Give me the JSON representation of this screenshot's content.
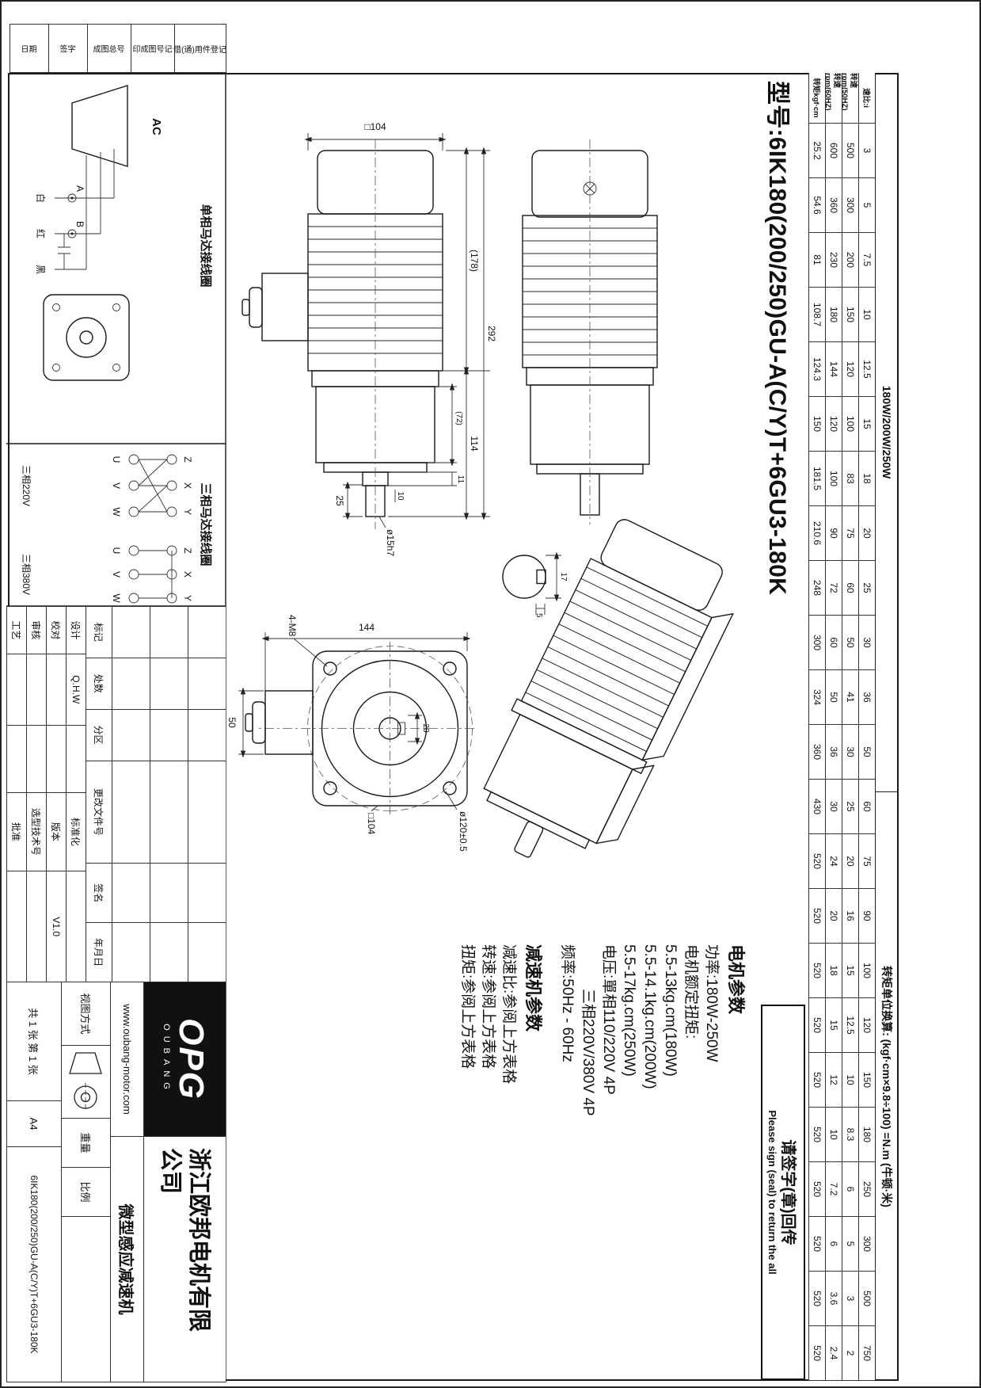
{
  "title": "型号:6IK180(200/250)GU-A(C/Y)T+6GU3-180K",
  "sign_note": {
    "cn": "请签字(章)回传",
    "en": "Please sign (seal) to return the all"
  },
  "edge_blocks": [
    "借(通)用件登记",
    "印成图号记",
    "成图总号",
    "签字",
    "日期"
  ],
  "spec_table": {
    "type": "table",
    "header_left": "180W/200W/250W",
    "header_right": "转矩单位换算: (kgf·cm×9.8÷100) =N.m (牛顿·米)",
    "rows": [
      {
        "label": "速比:i",
        "values": [
          "3",
          "5",
          "7.5",
          "10",
          "12.5",
          "15",
          "18",
          "20",
          "25",
          "30",
          "36",
          "50",
          "60",
          "75",
          "90",
          "100",
          "120",
          "150",
          "180",
          "250",
          "300",
          "500",
          "750"
        ]
      },
      {
        "label": "转速rpm(50HZ)",
        "values": [
          "500",
          "300",
          "200",
          "150",
          "120",
          "100",
          "83",
          "75",
          "60",
          "50",
          "41",
          "30",
          "25",
          "20",
          "16",
          "15",
          "12.5",
          "10",
          "8.3",
          "6",
          "5",
          "3",
          "2"
        ]
      },
      {
        "label": "转速rpm(60HZ)",
        "values": [
          "600",
          "360",
          "230",
          "180",
          "144",
          "120",
          "100",
          "90",
          "72",
          "60",
          "50",
          "36",
          "30",
          "24",
          "20",
          "18",
          "15",
          "12",
          "10",
          "7.2",
          "6",
          "3.6",
          "2.4"
        ]
      },
      {
        "label": "转矩kgf·cm",
        "values": [
          "25.2",
          "54.6",
          "81",
          "108.7",
          "124.3",
          "150",
          "181.5",
          "210.6",
          "248",
          "300",
          "324",
          "360",
          "430",
          "520",
          "520",
          "520",
          "520",
          "520",
          "520",
          "520",
          "520",
          "520",
          "520"
        ]
      }
    ]
  },
  "motor_params": {
    "heading": "电机参数",
    "lines": [
      "功率:180W-250W",
      "电机额定扭矩:",
      "5.5-13kg.cm(180W)",
      "5.5-14.1kg.cm(200W)",
      "5.5-17kg.cm(250W)",
      "电压:單相110/220V 4P",
      "三相220V/380V 4P",
      "频率:50Hz - 60Hz"
    ]
  },
  "gear_params": {
    "heading": "减速机参数",
    "lines": [
      "减速比:参阅上方表格",
      "转速:参阅上方表格",
      "扭矩:参阅上方表格"
    ]
  },
  "wiring": {
    "single": {
      "title": "单相马达接线圈",
      "source_label": "AC",
      "terminal_a": "A",
      "terminal_b": "B",
      "wires": [
        "白",
        "红",
        "黑"
      ]
    },
    "three": {
      "title": "三相马达接线圈",
      "label_220": "三相220V",
      "label_380": "三相380V",
      "top": [
        "Z",
        "X",
        "Y"
      ],
      "bottom": [
        "U",
        "V",
        "W"
      ]
    }
  },
  "dims": {
    "total_length": "292",
    "motor_length": "(178)",
    "gearhead_length": "114",
    "gearbox_length": "(72)",
    "shaft_length": "25",
    "step_length": "11",
    "key_length": "10",
    "body_square": "□104",
    "shaft_dia": "ø15h7",
    "face_total_height": "144",
    "terminal_box_width": "50",
    "key_dim": "20",
    "pitch_circle": "ø120±0.5",
    "face_square": "□104",
    "mounting_holes": "4-M8",
    "section_width": "17",
    "section_key": "5"
  },
  "revision": {
    "header": [
      "标记",
      "处数",
      "分区",
      "更改文件号",
      "签名",
      "年月日"
    ],
    "left_rows": [
      [
        "设计",
        "Q.H.W"
      ],
      [
        "校对",
        ""
      ],
      [
        "审核",
        ""
      ],
      [
        "工艺",
        ""
      ]
    ],
    "right_rows": [
      [
        "标准化",
        ""
      ],
      [
        "版本",
        "V1.0"
      ],
      [
        "选型技术号",
        ""
      ],
      [
        "批准",
        ""
      ]
    ]
  },
  "title_block": {
    "logo_main": "OPG",
    "logo_sub": "OUBANG",
    "website": "www.oubang-motor.com",
    "company": "浙江欧邦电机有限公司",
    "product": "微型感应减速机",
    "view_label": "视图方式",
    "weight_label": "重量",
    "scale_label": "比例",
    "sheet_info": "共 1 张 第 1 张",
    "paper_size": "A4",
    "drawing_no": "6IK180(200/250)GU-A(C/Y)T+6GU3-180K"
  }
}
